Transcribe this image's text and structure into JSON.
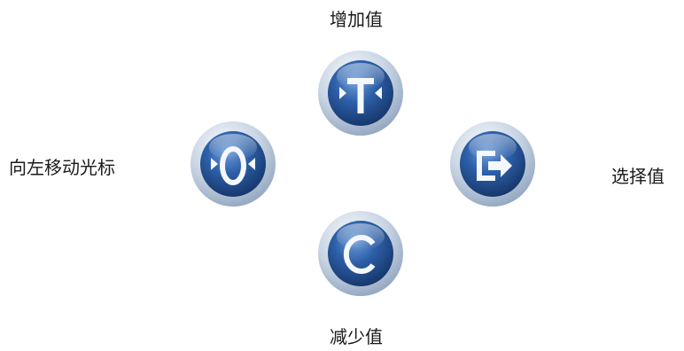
{
  "keys": {
    "top": {
      "label": "增加值",
      "icon": "tare-icon"
    },
    "left": {
      "label": "向左移动光标",
      "icon": "zero-icon"
    },
    "right": {
      "label": "选择值",
      "icon": "enter-icon"
    },
    "bottom": {
      "label": "减少值",
      "icon": "clear-icon"
    }
  },
  "colors": {
    "ring_light": "#eef3f9",
    "ring_dark": "#8ea3bd",
    "face_light": "#5b8fd0",
    "face_dark": "#173a72",
    "glyph": "#f4f7fb",
    "text": "#1a1a1a"
  }
}
